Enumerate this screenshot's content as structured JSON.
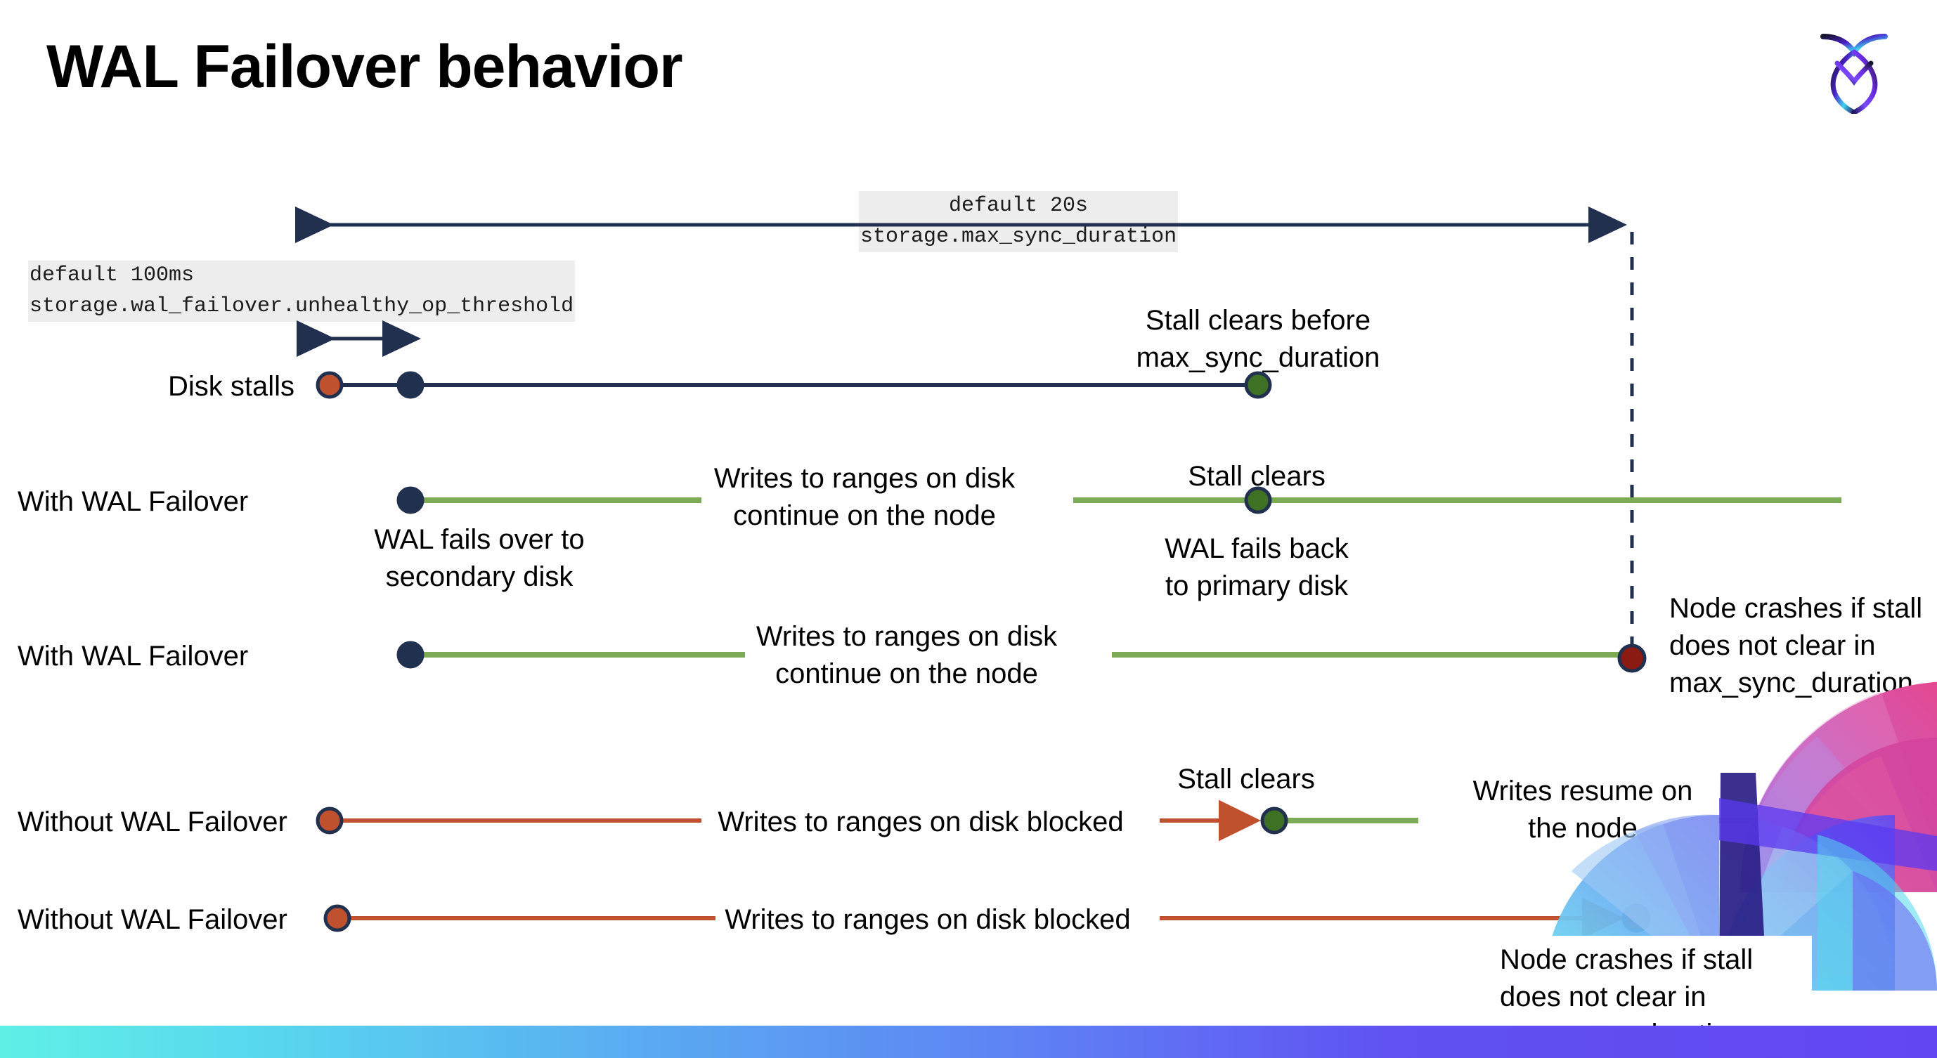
{
  "slide": {
    "title": "WAL Failover behavior",
    "logo_name": "cockroachdb-logo"
  },
  "annotations": {
    "max_sync": {
      "line1": "default 20s",
      "line2": "storage.max_sync_duration"
    },
    "unhealthy_threshold": {
      "line1": "default 100ms",
      "line2": "storage.wal_failover.unhealthy_op_threshold"
    }
  },
  "rows": [
    {
      "id": "disk-stalls",
      "label": "Disk stalls"
    },
    {
      "id": "with-wal-failover-1",
      "label": "With WAL Failover"
    },
    {
      "id": "with-wal-failover-2",
      "label": "With WAL Failover"
    },
    {
      "id": "without-wal-failover-1",
      "label": "Without WAL Failover"
    },
    {
      "id": "without-wal-failover-2",
      "label": "Without WAL Failover"
    }
  ],
  "notes": {
    "stall_clears_before_max": "Stall clears before\nmax_sync_duration",
    "writes_continue_1": "Writes to ranges on disk\ncontinue on the node",
    "stall_clears_1": "Stall clears",
    "wal_fails_over": "WAL fails over to\nsecondary disk",
    "wal_fails_back": "WAL fails  back\nto primary disk",
    "writes_continue_2": "Writes to ranges on disk\ncontinue on the node",
    "node_crashes_1": "Node crashes if stall\ndoes not clear in\nmax_sync_duration",
    "writes_blocked_1": "Writes to ranges on disk  blocked",
    "stall_clears_2": "Stall clears",
    "writes_resume": "Writes resume on\nthe node",
    "writes_blocked_2": "Writes to ranges on disk  blocked",
    "node_crashes_2": "Node crashes if stall\ndoes not clear in\nmax_sync_duration"
  },
  "colors": {
    "navy": "#22304F",
    "orange": "#C0512F",
    "green_line": "#7DAB55",
    "green_dot": "#3F7124",
    "dark_red": "#8B1A13",
    "code_bg": "#EDEDED",
    "bar_gradient_start": "#5FF0E6",
    "bar_gradient_end": "#6246F2"
  }
}
